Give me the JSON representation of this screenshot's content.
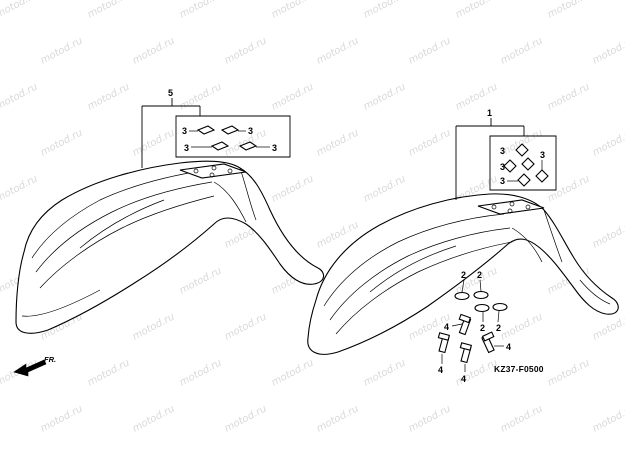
{
  "watermark": {
    "text": "motod.ru"
  },
  "callouts": {
    "left_fender_assembly": "5",
    "right_fender_assembly": "1",
    "setting_nut": "3",
    "washer": "2",
    "bolt": "4"
  },
  "direction_label": "FR.",
  "drawing_code": "KZ37-F0500",
  "colors": {
    "line": "#000000",
    "background": "#ffffff",
    "watermark": "#d9d9d9"
  }
}
